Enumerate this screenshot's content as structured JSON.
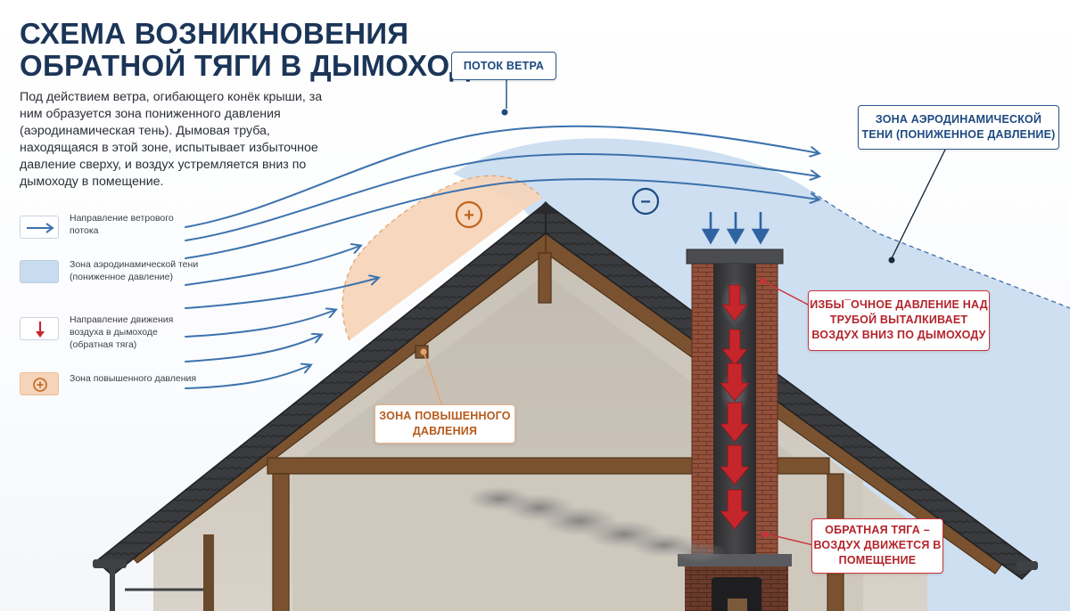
{
  "title": {
    "line1": "СХЕМА ВОЗНИКНОВЕНИЯ",
    "line2": "ОБРАТНОЙ ТЯГИ В ДЫМОХОДЕ"
  },
  "intro": "Под действием ветра, огибающего конёк крыши, за ним образуется зона пониженного давления (аэродинамическая тень). Дымовая труба, находящаяся в этой зоне, испытывает избыточное давление сверху, и воздух устремляется вниз по дымоходу в помещение.",
  "legend": [
    {
      "icon": "wind-arrow-icon",
      "label": "Направление ветрового потока"
    },
    {
      "icon": "low-pressure-swatch",
      "label": "Зона аэродинамической тени (пониженное давление)"
    },
    {
      "icon": "down-arrow-icon",
      "label": "Направление движения воздуха в дымоходе (обратная тяга)"
    },
    {
      "icon": "plus-circle-icon",
      "label": "Зона повышенного давления"
    }
  ],
  "callouts": {
    "wind": "ПОТОК ВЕТРА",
    "shadow": "ЗОНА АЭРОДИНАМИЧЕСКОЙ ТЕНИ (ПОНИЖЕННОЕ ДАВЛЕНИЕ)",
    "high_pressure": "ЗОНА ПОВЫШЕННОГО ДАВЛЕНИЯ",
    "excess": "ИЗБЫ¯ОЧНОЕ ДАВЛЕНИЕ НАД ТРУБОЙ ВЫТАЛКИВАЕТ ВОЗДУХ ВНИЗ ПО ДЫМОХОДУ",
    "backdraft": "ОБРАТНАЯ ТЯГА – ВОЗДУХ ДВИЖЕТСЯ В ПОМЕЩЕНИЕ"
  },
  "symbols": {
    "plus": "+",
    "minus": "−"
  },
  "colors": {
    "title": "#1b3558",
    "wind": "#3c72ad",
    "shadow_zone": "#c6d8ee",
    "high_pressure_zone": "#f6d2b6",
    "backdraft_arrow": "#c4262c",
    "brick": "#8e4a34",
    "timber": "#7a5230",
    "roof": "#3a3c3f"
  }
}
